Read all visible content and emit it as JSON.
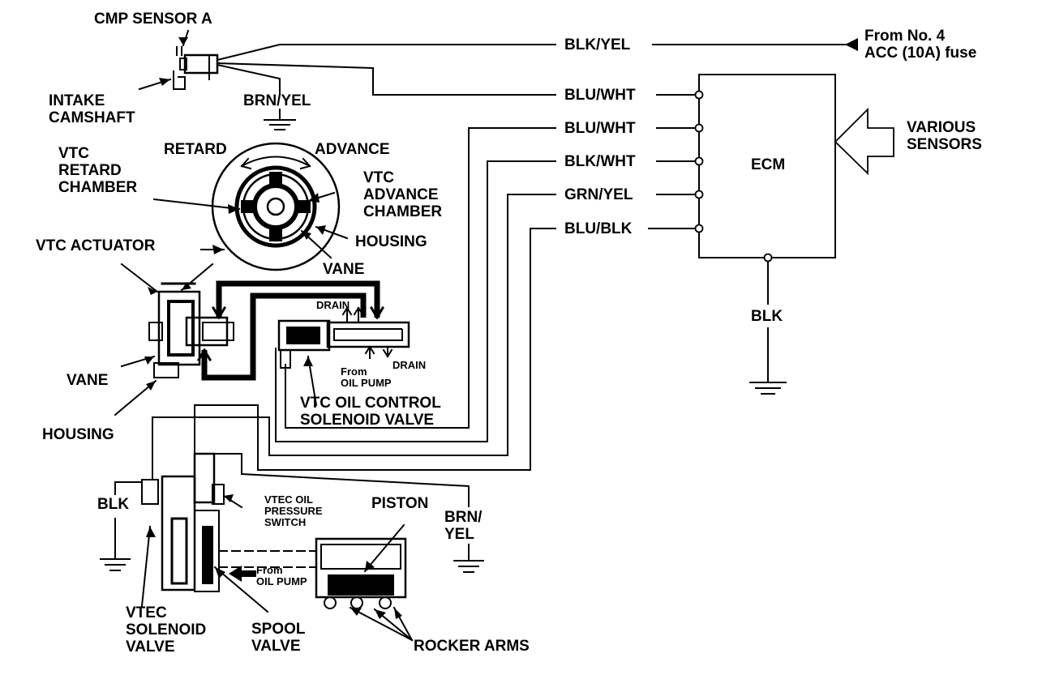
{
  "colors": {
    "ink": "#000000",
    "paper": "#ffffff"
  },
  "labels": {
    "cmp_sensor_a": "CMP SENSOR A",
    "intake_camshaft": "INTAKE\nCAMSHAFT",
    "brn_yel_top": "BRN/YEL",
    "retard": "RETARD",
    "advance": "ADVANCE",
    "vtc_retard_chamber": "VTC\nRETARD\nCHAMBER",
    "vtc_advance_chamber": "VTC\nADVANCE\nCHAMBER",
    "housing_top": "HOUSING",
    "vane_top": "VANE",
    "vtc_actuator": "VTC ACTUATOR",
    "vane_left": "VANE",
    "housing_left": "HOUSING",
    "drain_top": "DRAIN",
    "drain_right": "DRAIN",
    "from_oil_pump_top": "From\nOIL PUMP",
    "vtc_oil_control": "VTC OIL CONTROL\nSOLENOID VALVE",
    "blk_left": "BLK",
    "vtec_oil_pressure_switch": "VTEC OIL\nPRESSURE\nSWITCH",
    "piston": "PISTON",
    "brn_yel_bottom": "BRN/\nYEL",
    "from_oil_pump_bottom": "From\nOIL PUMP",
    "vtec_solenoid_valve": "VTEC\nSOLENOID\nVALVE",
    "spool_valve": "SPOOL\nVALVE",
    "rocker_arms": "ROCKER ARMS",
    "from_fuse": "From No. 4\nACC (10A) fuse",
    "various_sensors": "VARIOUS\nSENSORS",
    "ecm": "ECM",
    "blk_ecm": "BLK"
  },
  "wires": [
    {
      "color": "BLK/YEL"
    },
    {
      "color": "BLU/WHT"
    },
    {
      "color": "BLU/WHT"
    },
    {
      "color": "BLK/WHT"
    },
    {
      "color": "GRN/YEL"
    },
    {
      "color": "BLU/BLK"
    }
  ]
}
